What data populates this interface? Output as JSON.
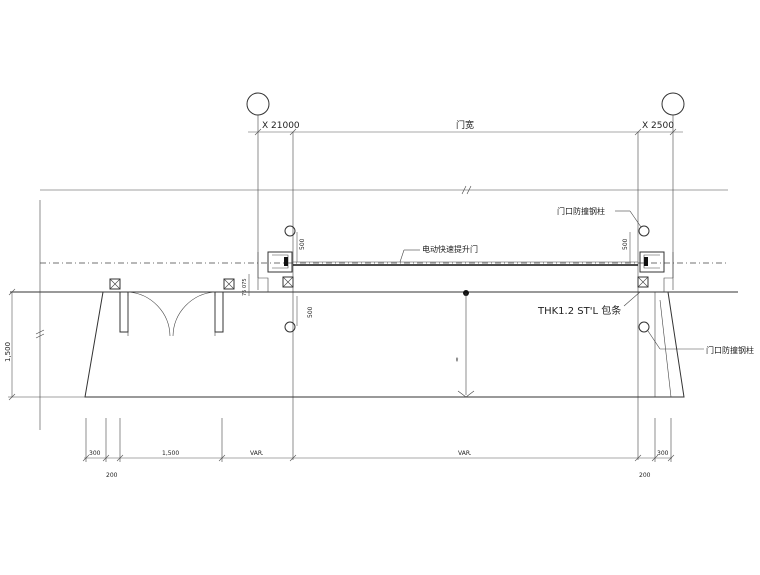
{
  "grid": {
    "left_label": "X 21000",
    "right_label": "X 2500"
  },
  "annotations": {
    "door_width": "门宽",
    "rapid_door": "电动快速提升门",
    "guard_post_top": "门口防撞钢柱",
    "guard_post_bottom": "门口防撞钢柱",
    "steel_label": "THK1.2  ST'L 包条",
    "small_dim_500_a": "500",
    "small_dim_500_b": "500",
    "small_dim_500_c": "500",
    "small_dim_075": "75 075",
    "center_mark": "≈",
    "left_height": "1,500"
  },
  "bottom_dims": {
    "top_row": [
      "300",
      "1,500",
      "VAR.",
      "VAR.",
      "300"
    ],
    "bottom_row": [
      "200",
      "200"
    ]
  }
}
